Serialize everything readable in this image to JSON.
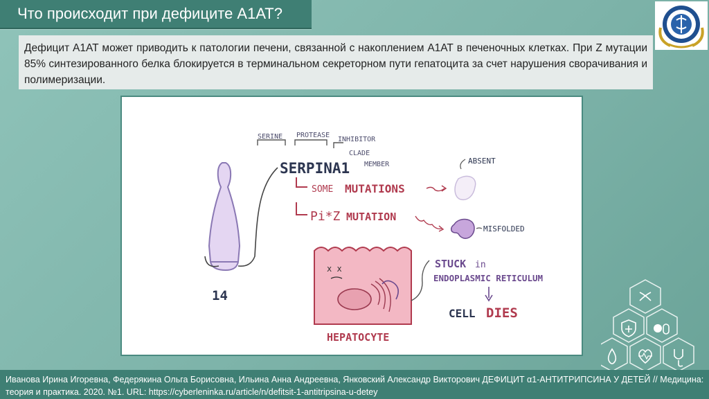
{
  "header": {
    "title": "Что происходит при дефиците А1АТ?"
  },
  "body": {
    "text": "Дефицит А1АТ может приводить к патологии печени, связанной с накоплением А1АТ в печеночных клетках. При Z мутации 85% синтезированного белка блокируется в терминальном секреторном пути гепатоцита за счет нарушения сворачивания и полимеризации."
  },
  "figure": {
    "gene_name": "SERPINA1",
    "serine": "SERINE",
    "protease": "PROTEASE",
    "inhibitor": "INHIBITOR",
    "clade": "CLADE",
    "member": "MEMBER",
    "some": "SOME",
    "mutations": "MUTATIONS",
    "pi_z": "Pi*Z",
    "mutation": "MUTATION",
    "absent": "ABSENT",
    "misfolded": "MISFOLDED",
    "stuck": "STUCK",
    "in": "in",
    "er": "ENDOPLASMIC RETICULUM",
    "cell": "CELL",
    "dies": "DIES",
    "chromosome_number": "14",
    "hepatocyte": "HEPATOCYTE"
  },
  "footer": {
    "citation": "Иванова Ирина Игоревна, Федерякина Ольга Борисовна, Ильина Анна Андреевна, Янковский Александр Викторович ДЕФИЦИТ α1-АНТИТРИПСИНА У ДЕТЕЙ // Медицина: теория и практика. 2020. №1. URL: https://cyberleninka.ru/article/n/defitsit-1-antitripsina-u-detey"
  },
  "colors": {
    "accent": "#3f7f74",
    "ink_red": "#b03a4e",
    "ink_purple": "#5a4a86",
    "ink_dark": "#2c3550",
    "cell_pink": "#f3b8c4",
    "chromosome": "#e4d6f2"
  },
  "icons": [
    "university-logo",
    "dna-icon",
    "shield-plus-icon",
    "pills-icon",
    "drop-icon",
    "heart-pulse-icon",
    "stethoscope-icon"
  ]
}
